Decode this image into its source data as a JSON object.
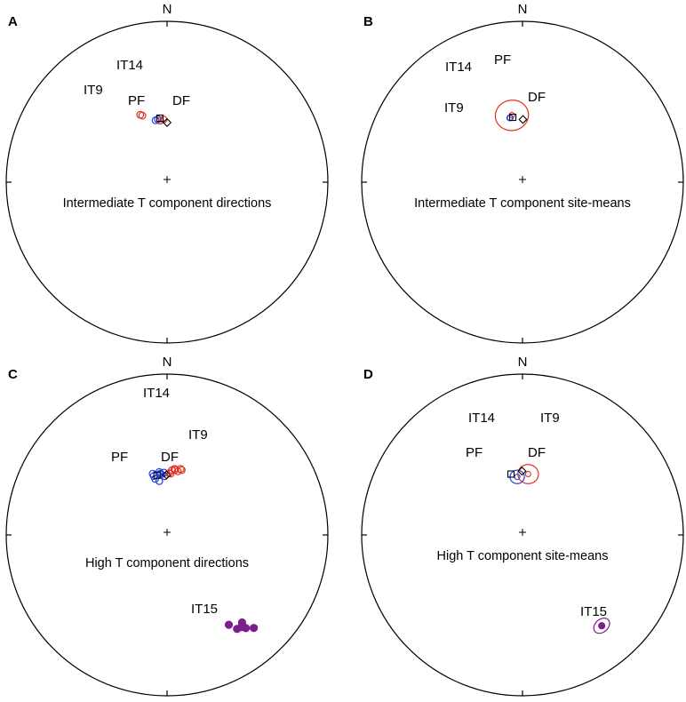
{
  "colors": {
    "red": "#e0301e",
    "blue": "#2040e0",
    "purple": "#7a1f8c",
    "black": "#000000"
  },
  "chart_data": [
    {
      "type": "scatter",
      "projection": "equal-area stereonet",
      "panel_label": "A",
      "north_label": "N",
      "caption": "Intermediate T component directions",
      "series": [
        {
          "group": "IT14",
          "color": "blue",
          "marker": "open-circle",
          "points": [
            {
              "dec": 349.5,
              "inc": 57.9
            },
            {
              "dec": 351.7,
              "inc": 57.6
            }
          ]
        },
        {
          "group": "IT9",
          "color": "red",
          "marker": "open-circle",
          "points": [
            {
              "dec": 338.3,
              "inc": 52.8
            },
            {
              "dec": 339.6,
              "inc": 53.6
            },
            {
              "dec": 353.6,
              "inc": 58.4
            },
            {
              "dec": 356.8,
              "inc": 58.0
            }
          ]
        }
      ],
      "references": [
        {
          "name": "PF",
          "marker": "square",
          "dec": 353.6,
          "inc": 57.1
        },
        {
          "name": "DF",
          "marker": "diamond",
          "dec": 0,
          "inc": 59.6
        }
      ],
      "labels": [
        "IT14",
        "IT9",
        "PF",
        "DF"
      ]
    },
    {
      "type": "scatter",
      "projection": "equal-area stereonet",
      "panel_label": "B",
      "north_label": "N",
      "caption": "Intermediate T component site-means",
      "site_means": [
        {
          "group": "IT14",
          "color": "blue",
          "dec": 349.0,
          "inc": 56.5,
          "a95": 1.5
        },
        {
          "group": "IT9",
          "color": "red",
          "dec": 351.0,
          "inc": 55.3,
          "a95": 8
        }
      ],
      "references": [
        {
          "name": "PF",
          "marker": "square",
          "dec": 351.5,
          "inc": 56.5
        },
        {
          "name": "DF",
          "marker": "diamond",
          "dec": 0.4,
          "inc": 58.0
        }
      ],
      "labels": [
        "IT14",
        "PF",
        "IT9",
        "DF"
      ]
    },
    {
      "type": "scatter",
      "projection": "equal-area stereonet",
      "panel_label": "C",
      "north_label": "N",
      "caption": "High T component directions",
      "series": [
        {
          "group": "IT14",
          "color": "blue",
          "marker": "open-circle",
          "points": [
            {
              "dec": 351.8,
              "inc": 62.3
            },
            {
              "dec": 353.0,
              "inc": 57.6
            },
            {
              "dec": 357.3,
              "inc": 58.2
            },
            {
              "dec": 357.7,
              "inc": 60.0
            },
            {
              "dec": 353.7,
              "inc": 58.5
            },
            {
              "dec": 348.0,
              "inc": 60.8
            },
            {
              "dec": 347.3,
              "inc": 59.2
            },
            {
              "dec": 354.6,
              "inc": 58.9
            },
            {
              "dec": 346.8,
              "inc": 57.9
            }
          ]
        },
        {
          "group": "IT9",
          "color": "red",
          "marker": "open-circle",
          "points": [
            {
              "dec": 1.7,
              "inc": 58.5
            },
            {
              "dec": 3.3,
              "inc": 58.7
            },
            {
              "dec": 6.4,
              "inc": 56.0
            },
            {
              "dec": 7.2,
              "inc": 56.5
            },
            {
              "dec": 9.6,
              "inc": 57.0
            },
            {
              "dec": 12.7,
              "inc": 56.0
            },
            {
              "dec": 11.6,
              "inc": 55.5
            },
            {
              "dec": 4.4,
              "inc": 56.8
            }
          ]
        },
        {
          "group": "IT15",
          "color": "purple",
          "marker": "filled-circle",
          "points": [
            {
              "dec": 143.3,
              "inc": 28.0
            },
            {
              "dec": 141.1,
              "inc": 27.3
            },
            {
              "dec": 139.9,
              "inc": 28.3
            },
            {
              "dec": 139.8,
              "inc": 25.1
            },
            {
              "dec": 145.5,
              "inc": 32.7
            },
            {
              "dec": 139.4,
              "inc": 29.1
            },
            {
              "dec": 137.0,
              "inc": 22.0
            }
          ]
        }
      ],
      "references": [
        {
          "name": "PF",
          "marker": "square",
          "dec": 350.4,
          "inc": 59.1
        },
        {
          "name": "DF",
          "marker": "diamond",
          "dec": 359.5,
          "inc": 59.4
        }
      ],
      "labels": [
        "IT14",
        "IT9",
        "PF",
        "DF",
        "IT15"
      ]
    },
    {
      "type": "scatter",
      "projection": "equal-area stereonet",
      "panel_label": "D",
      "north_label": "N",
      "caption": "High T component site-means",
      "site_means": [
        {
          "group": "IT14",
          "color": "blue",
          "dec": 354.8,
          "inc": 60.3,
          "a95": 3.5
        },
        {
          "group": "IT9",
          "color": "red",
          "dec": 5.3,
          "inc": 58.8,
          "a95": 5
        },
        {
          "group": "IT15",
          "color": "purple",
          "dec": 138.9,
          "inc": 26.0,
          "a95": 3.8,
          "filled": true
        }
      ],
      "references": [
        {
          "name": "PF",
          "marker": "square",
          "dec": 349.3,
          "inc": 58.4
        },
        {
          "name": "DF",
          "marker": "diamond",
          "dec": 359.6,
          "inc": 57.4
        }
      ],
      "labels": [
        "IT14",
        "IT9",
        "PF",
        "DF",
        "IT15"
      ]
    }
  ]
}
